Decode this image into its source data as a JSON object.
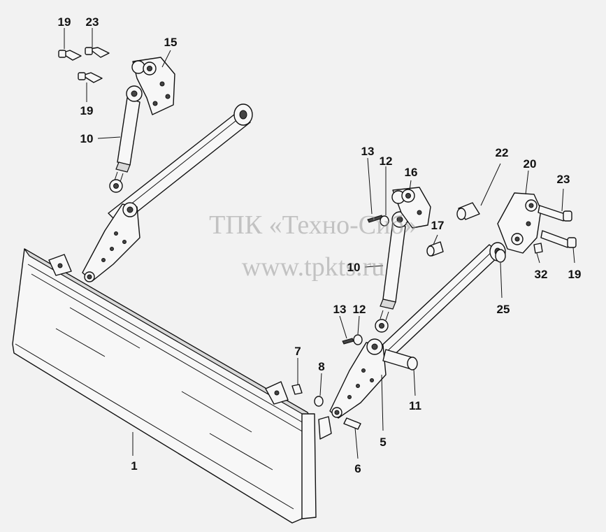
{
  "watermark": {
    "line1": "ТПК «Техно-Сиб»",
    "line2": "www.tpkts.ru"
  },
  "callouts": [
    {
      "id": "c19a",
      "text": "19"
    },
    {
      "id": "c23a",
      "text": "23"
    },
    {
      "id": "c15",
      "text": "15"
    },
    {
      "id": "c19b",
      "text": "19"
    },
    {
      "id": "c10a",
      "text": "10"
    },
    {
      "id": "c13a",
      "text": "13"
    },
    {
      "id": "c12a",
      "text": "12"
    },
    {
      "id": "c16",
      "text": "16"
    },
    {
      "id": "c22",
      "text": "22"
    },
    {
      "id": "c20",
      "text": "20"
    },
    {
      "id": "c23b",
      "text": "23"
    },
    {
      "id": "c17",
      "text": "17"
    },
    {
      "id": "c10b",
      "text": "10"
    },
    {
      "id": "c32",
      "text": "32"
    },
    {
      "id": "c19c",
      "text": "19"
    },
    {
      "id": "c25",
      "text": "25"
    },
    {
      "id": "c13b",
      "text": "13"
    },
    {
      "id": "c12b",
      "text": "12"
    },
    {
      "id": "c7",
      "text": "7"
    },
    {
      "id": "c8",
      "text": "8"
    },
    {
      "id": "c11",
      "text": "11"
    },
    {
      "id": "c5",
      "text": "5"
    },
    {
      "id": "c1",
      "text": "1"
    },
    {
      "id": "c6",
      "text": "6"
    }
  ]
}
